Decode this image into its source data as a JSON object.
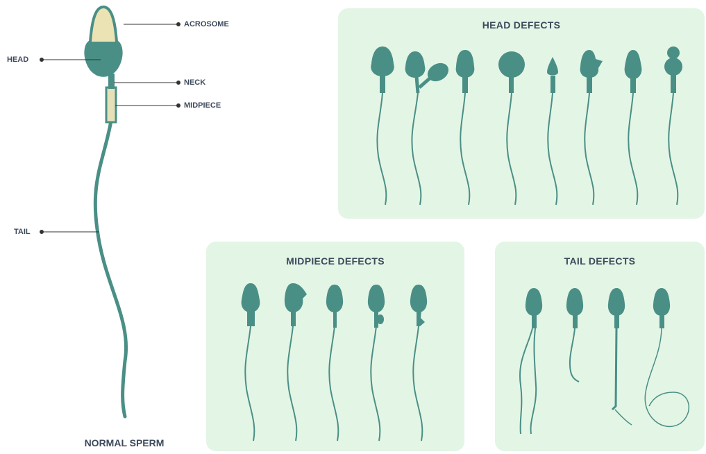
{
  "normal": {
    "title": "NORMAL SPERM",
    "labels": {
      "acrosome": "ACROSOME",
      "head": "HEAD",
      "neck": "NECK",
      "midpiece": "MIDPIECE",
      "tail": "TAIL"
    }
  },
  "panels": {
    "head": {
      "title": "HEAD DEFECTS"
    },
    "midpiece": {
      "title": "MIDPIECE DEFECTS"
    },
    "tail": {
      "title": "TAIL DEFECTS"
    }
  },
  "colors": {
    "sperm": "#4a8f86",
    "acrosome": "#ece3b5",
    "midpiece_fill": "#e6e0b8",
    "panel_bg": "#e3f5e5",
    "text": "#3d4a5c",
    "leader": "#333333"
  }
}
